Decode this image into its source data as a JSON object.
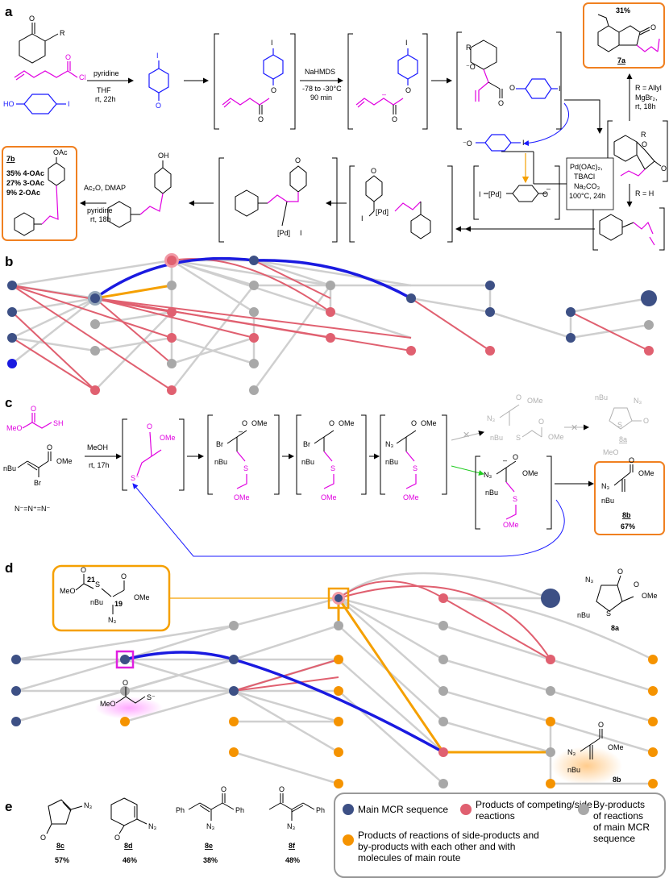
{
  "panels": {
    "a": "a",
    "b": "b",
    "c": "c",
    "d": "d",
    "e": "e"
  },
  "panel_a": {
    "reagent_R": "R",
    "reagent_O": "O",
    "reagent_Cl": "Cl",
    "reagent_HO": "HO",
    "reagent_I": "I",
    "step1_cond": [
      "pyridine",
      "THF",
      "rt, 22h"
    ],
    "step2_cond": [
      "NaHMDS",
      "-78 to -30°C",
      "90 min"
    ],
    "branch_allyl": [
      "R = Allyl",
      "MgBr₂,",
      "rt, 18h"
    ],
    "branch_H": "R = H",
    "pd_cond": [
      "Pd(OAc)₂,",
      "TBACl",
      "Na₂CO₃",
      "100°C, 24h"
    ],
    "final_cond": [
      "Ac₂O, DMAP",
      "pyridine",
      "rt, 18h"
    ],
    "prod_7a_yield": "31%",
    "prod_7a_label": "7a",
    "prod_7b_label": "7b",
    "prod_7b_yields": [
      "35% 4-OAc",
      "27% 3-OAc",
      "9%  2-OAc"
    ],
    "OAc": "OAc",
    "OH": "OH",
    "Pd": "[Pd]",
    "I": "I"
  },
  "panel_c": {
    "reagent_MeO": "MeO",
    "reagent_SH": "SH",
    "reagent_OMe": "OMe",
    "reagent_nBu": "nBu",
    "reagent_Br": "Br",
    "azide": "N⁻=N⁺=N⁻",
    "cond": [
      "MeOH",
      "rt, 17h"
    ],
    "N3": "N₃",
    "S": "S",
    "prod_8a_label": "8a",
    "prod_8b_label": "8b",
    "prod_8b_yield": "67%"
  },
  "panel_d": {
    "atom_21": "21",
    "atom_19": "19",
    "label_8a": "8a",
    "label_8b": "8b"
  },
  "panel_e": {
    "compounds": [
      {
        "label": "8c",
        "yield": "57%"
      },
      {
        "label": "8d",
        "yield": "46%"
      },
      {
        "label": "8e",
        "yield": "38%"
      },
      {
        "label": "8f",
        "yield": "48%"
      }
    ],
    "Ph": "Ph"
  },
  "legend": {
    "main": "Main MCR sequence",
    "side": "Products of competing/side reactions",
    "byprod": "By-products of reactions of main MCR sequence",
    "others": "Products of reactions of side-products and by-products with each other and with molecules of main route"
  },
  "colors": {
    "main": "#3d5085",
    "side": "#e06070",
    "byprod": "#a8a8a8",
    "others": "#f59300",
    "route_blue": "#1a1ae0",
    "route_orange": "#f5a000"
  }
}
